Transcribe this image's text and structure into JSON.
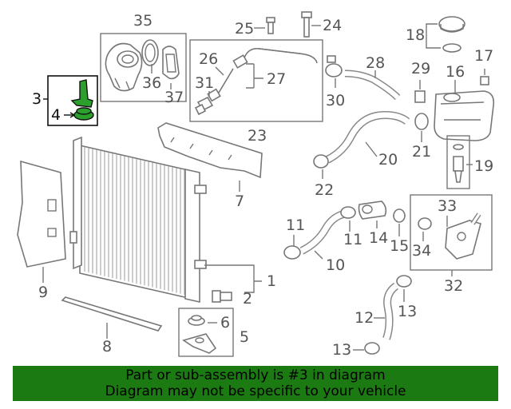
{
  "callouts": {
    "n1": "1",
    "n2": "2",
    "n3": "3",
    "n4": "4",
    "n5": "5",
    "n6": "6",
    "n7": "7",
    "n8": "8",
    "n9": "9",
    "n10": "10",
    "n11": "11",
    "n12": "12",
    "n13": "13",
    "n14": "14",
    "n15": "15",
    "n16": "16",
    "n17": "17",
    "n18": "18",
    "n19": "19",
    "n20": "20",
    "n21": "21",
    "n22": "22",
    "n23": "23",
    "n24": "24",
    "n25": "25",
    "n26": "26",
    "n27": "27",
    "n28": "28",
    "n29": "29",
    "n30": "30",
    "n31": "31",
    "n32": "32",
    "n33": "33",
    "n34": "34",
    "n35": "35",
    "n36": "36",
    "n37": "37"
  },
  "highlight_color": "#2ca02c",
  "banner": {
    "line1": "Part or sub-assembly is #3 in diagram",
    "line2": "Diagram may not be specific to your vehicle",
    "color": "#1b7a12"
  }
}
